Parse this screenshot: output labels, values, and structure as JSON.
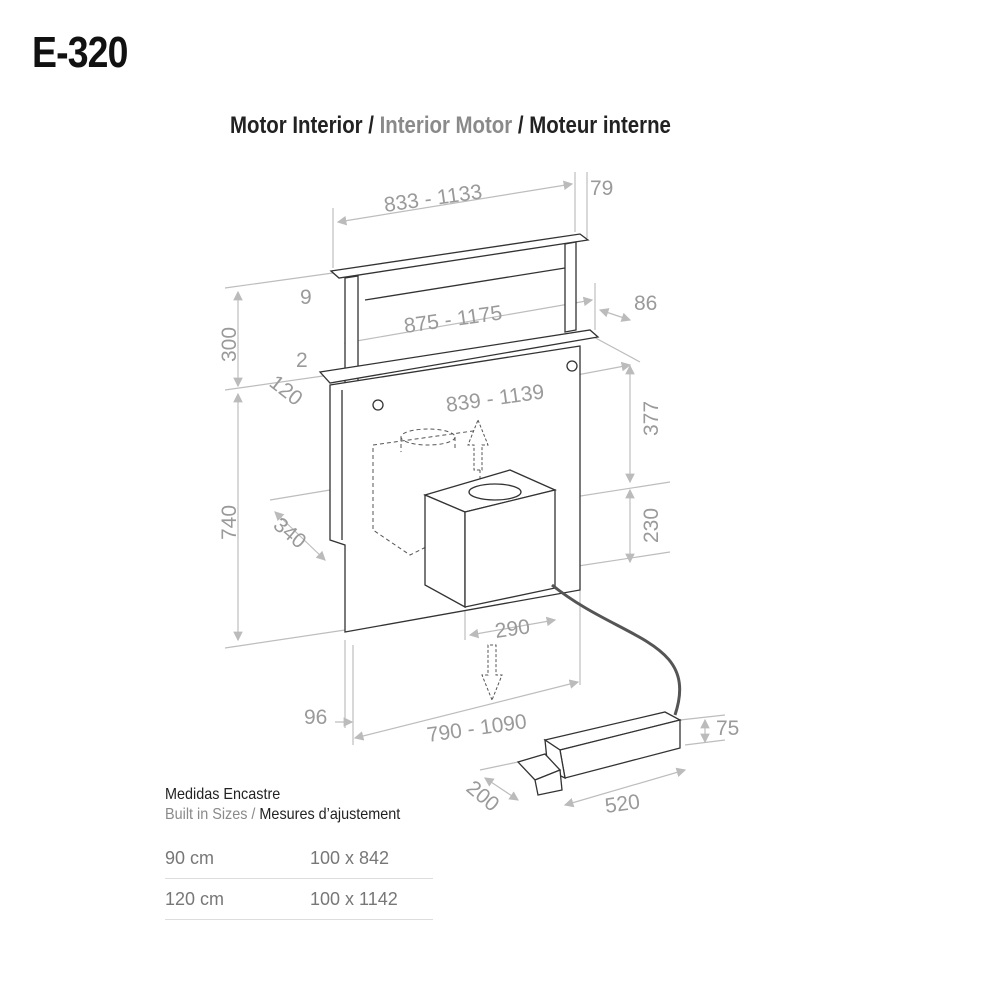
{
  "model": "E-320",
  "subtitle": {
    "es": "Motor Interior",
    "sep1": " / ",
    "en": "Interior Motor",
    "sep2": " / ",
    "fr": "Moteur interne"
  },
  "dimensions": {
    "top_width": "833 - 1133",
    "top_depth": "79",
    "top_thickness": "9",
    "panel_width": "875 - 1175",
    "frame_depth": "86",
    "rise_height": "300",
    "frame_thickness": "2",
    "front_offset": "120",
    "body_width": "839 - 1139",
    "upper_height": "377",
    "total_height": "740",
    "body_depth": "340",
    "motor_height": "230",
    "motor_width": "290",
    "side_offset": "96",
    "base_width": "790 - 1090",
    "remote_height": "75",
    "remote_depth": "200",
    "remote_length": "520"
  },
  "table": {
    "title": "Medidas Encastre",
    "subtitle_en": "Built in Sizes /",
    "subtitle_fr": " Mesures d’ajustement",
    "rows": [
      {
        "size": "90 cm",
        "cutout": "100 x 842"
      },
      {
        "size": "120 cm",
        "cutout": "100 x 1142"
      }
    ]
  }
}
